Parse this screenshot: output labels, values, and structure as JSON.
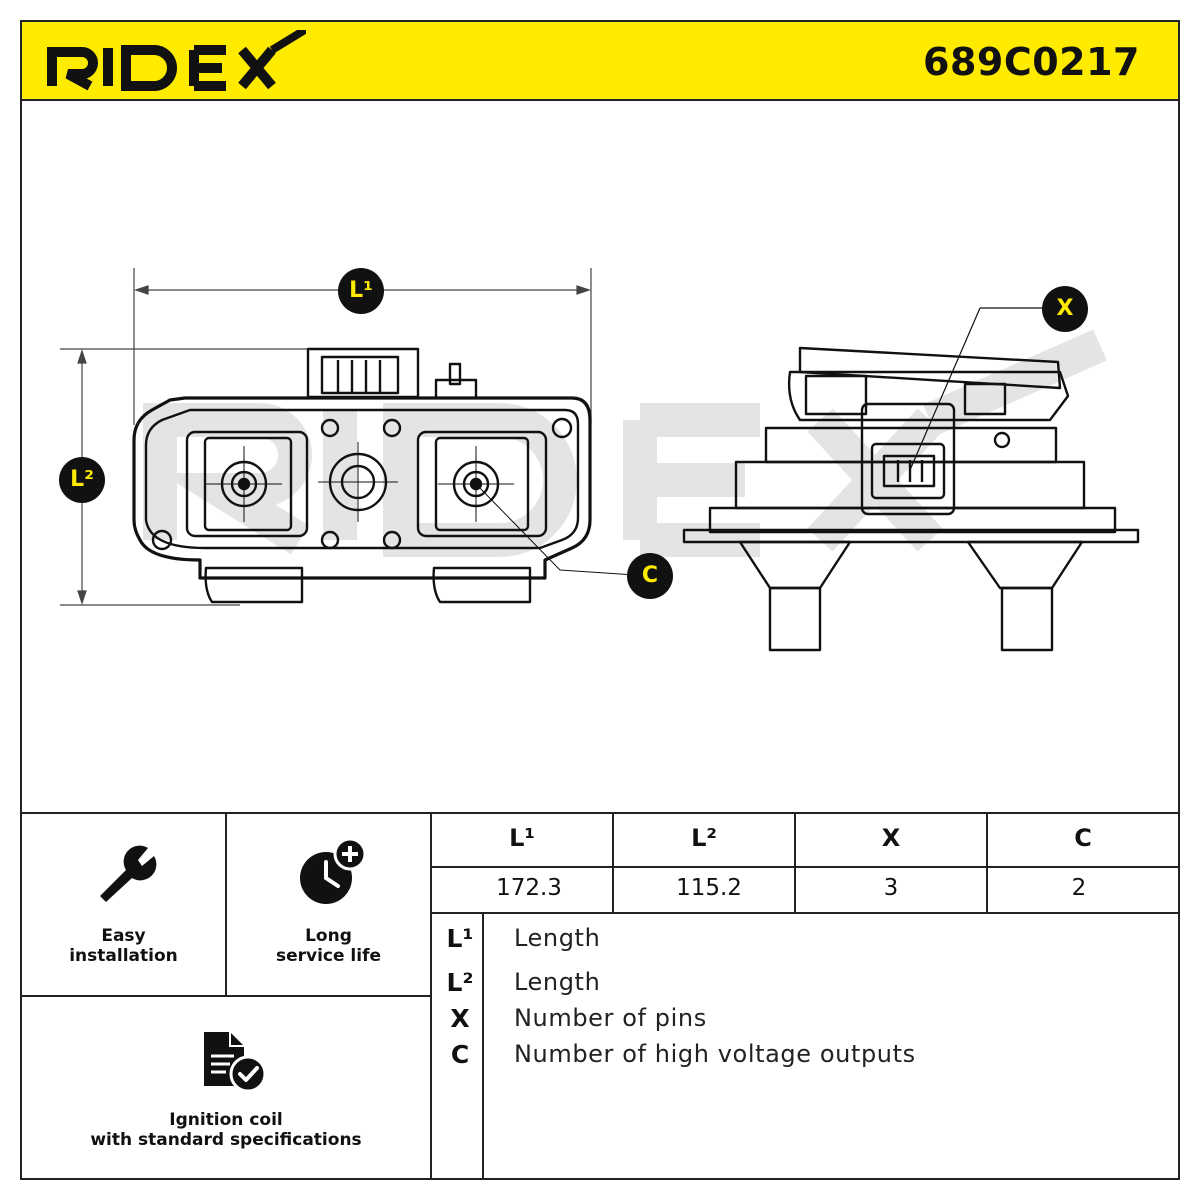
{
  "brand": {
    "name": "RIDEX"
  },
  "part_number": "689C0217",
  "drawing": {
    "callouts": {
      "l1": "L¹",
      "l2": "L²",
      "x": "X",
      "c": "C"
    }
  },
  "features": [
    {
      "icon": "wrench-icon",
      "line1": "Easy",
      "line2": "installation"
    },
    {
      "icon": "clock-plus-icon",
      "line1": "Long",
      "line2": "service life"
    },
    {
      "icon": "document-check-icon",
      "line1": "Ignition coil",
      "line2": "with standard specifications"
    }
  ],
  "specs": {
    "headers": [
      "L¹",
      "L²",
      "X",
      "C"
    ],
    "values": [
      "172.3",
      "115.2",
      "3",
      "2"
    ]
  },
  "legend": [
    {
      "key": "L¹",
      "label": "Length"
    },
    {
      "key": "L²",
      "label": "Length"
    },
    {
      "key": "X",
      "label": "Number of pins"
    },
    {
      "key": "C",
      "label": "Number of high voltage outputs"
    }
  ],
  "colors": {
    "accent": "#ffeb00",
    "ink": "#111111",
    "watermark": "#e6e6e6"
  }
}
